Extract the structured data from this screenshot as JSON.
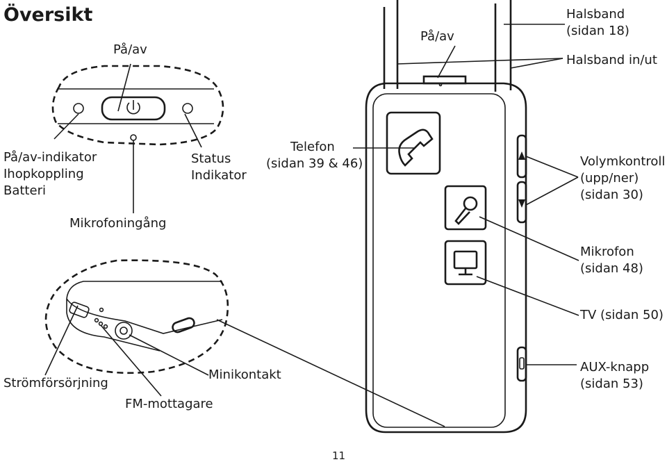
{
  "title": "Översikt",
  "page_number": "11",
  "labels": {
    "on_off_top": "På/av",
    "on_off_inset": "På/av",
    "neckband_line1": "Halsband",
    "neckband_line2": "(sidan 18)",
    "neckband_inout": "Halsband in/ut",
    "indicator_line1": "På/av-indikator",
    "indicator_line2": "Ihopkoppling",
    "indicator_line3": "Batteri",
    "status_line1": "Status",
    "status_line2": "Indikator",
    "phone_line1": "Telefon",
    "phone_line2": "(sidan 39 & 46)",
    "volume_line1": "Volymkontroll",
    "volume_line2": "(upp/ner)",
    "volume_line3": "(sidan 30)",
    "mic_input": "Mikrofoningång",
    "mic_line1": "Mikrofon",
    "mic_line2": "(sidan 48)",
    "tv": "TV (sidan 50)",
    "power_supply": "Strömförsörjning",
    "mini_jack": "Minikontakt",
    "fm_receiver": "FM-mottagare",
    "aux_line1": "AUX-knapp",
    "aux_line2": "(sidan 53)"
  },
  "icons": [
    "power-icon",
    "phone-icon",
    "microphone-icon",
    "tv-icon",
    "volume-up-icon",
    "volume-down-icon"
  ]
}
